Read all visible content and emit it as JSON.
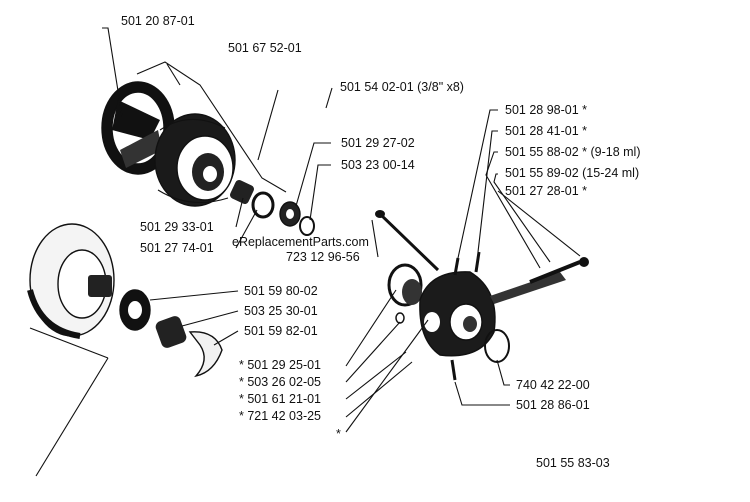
{
  "watermark": "eReplacementParts.com",
  "footer": "501 55 83-03",
  "labels": {
    "clutch_drum_cover": "501 20 87-01",
    "clutch_assy": "501 67 52-01",
    "sprocket_rim": "501 54 02-01 (3/8\" x8)",
    "washer_a": "501 29 27-02",
    "washer_b": "503 23 00-14",
    "bearing": "501 29 33-01",
    "clutch_nut": "501 27 74-01",
    "screw": "723 12 96-56",
    "drum_washer": "501 59 80-02",
    "needle_bearing": "503 25 30-01",
    "spring_plate": "501 59 82-01",
    "pump_part_1": "501 28 98-01  *",
    "pump_part_2": "501 28 41-01  *",
    "pump_piston_small": "501 55 88-02  * (9-18 ml)",
    "pump_piston_large": "501 55 89-02 (15-24 ml)",
    "pump_part_3": "501 27 28-01  *",
    "seal_1": "*  501 29 25-01",
    "seal_2": "*  503 26 02-05",
    "seal_3": "*  501 61 21-01",
    "seal_4": "*  721 42 03-25",
    "asterisk": "*",
    "o_ring": "740 42 22-00",
    "pump_body": "501 28 86-01"
  }
}
